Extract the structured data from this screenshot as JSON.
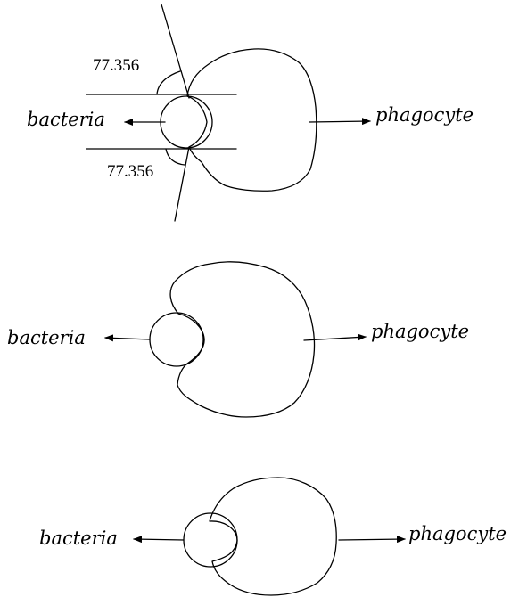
{
  "panels": [
    {
      "bacteria_label": "bacteria",
      "phagocyte_label": "phagocyte",
      "angle_top": "77.356",
      "angle_bottom": "77.356"
    },
    {
      "bacteria_label": "bacteria",
      "phagocyte_label": "phagocyte"
    },
    {
      "bacteria_label": "bacteria",
      "phagocyte_label": "phagocyte"
    }
  ]
}
